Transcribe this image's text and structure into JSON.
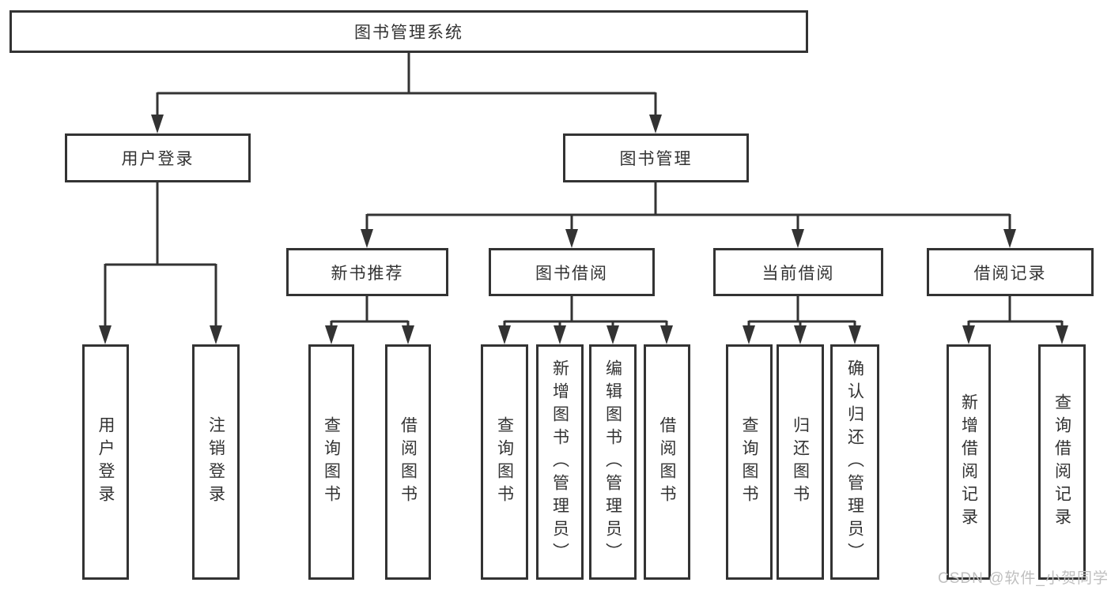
{
  "diagram": {
    "root_label": "图书管理系统",
    "user_login": {
      "label": "用户登录",
      "children": [
        "用户登录",
        "注销登录"
      ]
    },
    "book_management": {
      "label": "图书管理",
      "sections": [
        {
          "label": "新书推荐",
          "children": [
            "查询图书",
            "借阅图书"
          ]
        },
        {
          "label": "图书借阅",
          "children": [
            "查询图书",
            "新增图书（管理员）",
            "编辑图书（管理员）",
            "借阅图书"
          ]
        },
        {
          "label": "当前借阅",
          "children": [
            "查询图书",
            "归还图书",
            "确认归还（管理员）"
          ]
        },
        {
          "label": "借阅记录",
          "children": [
            "新增借阅记录",
            "查询借阅记录"
          ]
        }
      ]
    }
  },
  "watermark": "CSDN @软件_小贺同学",
  "colors": {
    "line": "#333333",
    "text": "#333333",
    "watermark_text": "#bfbfbf",
    "background": "#ffffff"
  }
}
